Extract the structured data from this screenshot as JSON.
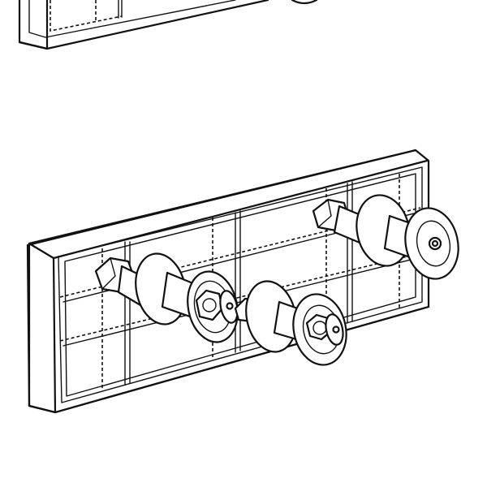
{
  "drawing": {
    "line_color": "#111111",
    "background_color": "#ffffff",
    "parts": [
      "partial-frame-top",
      "frame-bottom",
      "spool-assembly-left",
      "spool-assembly-middle",
      "spool-assembly-right"
    ]
  }
}
